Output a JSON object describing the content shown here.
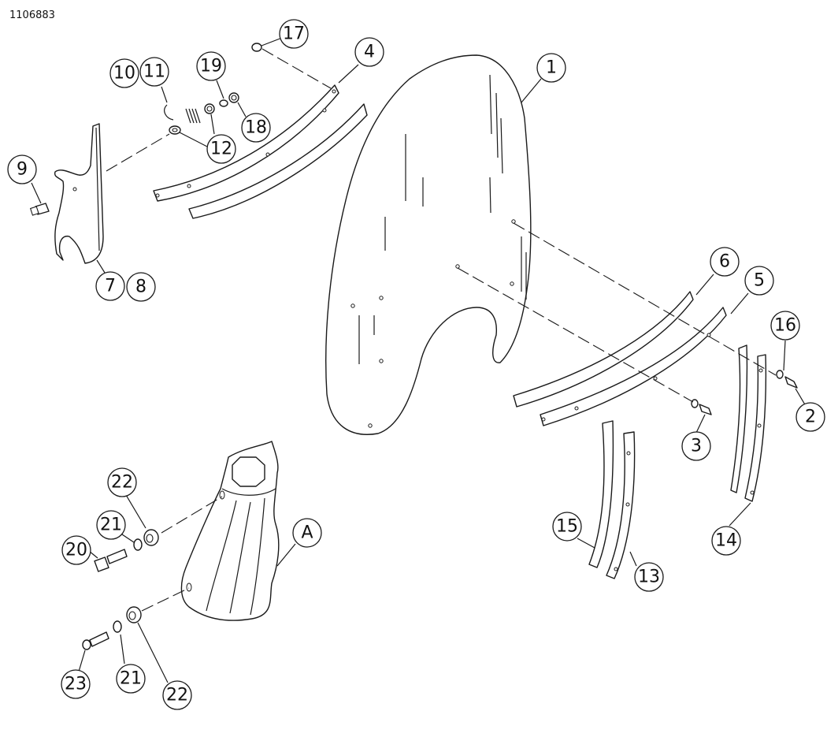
{
  "document_id": "1106883",
  "callouts": {
    "c1": "1",
    "c2": "2",
    "c3": "3",
    "c4": "4",
    "c5": "5",
    "c6": "6",
    "c7": "7",
    "c8": "8",
    "c9": "9",
    "c10": "10",
    "c11": "11",
    "c12": "12",
    "c13": "13",
    "c14": "14",
    "c15": "15",
    "c16": "16",
    "c17": "17",
    "c18": "18",
    "c19": "19",
    "c20": "20",
    "c21a": "21",
    "c21b": "21",
    "c22a": "22",
    "c22b": "22",
    "c23": "23",
    "cA": "A"
  }
}
